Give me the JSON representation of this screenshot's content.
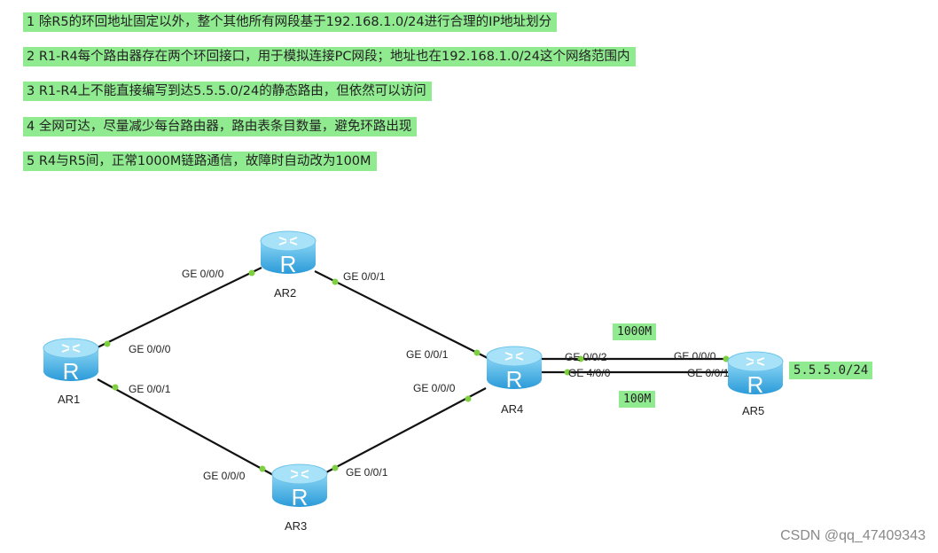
{
  "requirements": [
    "1 除R5的环回地址固定以外，整个其他所有网段基于192.168.1.0/24进行合理的IP地址划分",
    "2 R1-R4每个路由器存在两个环回接口，用于模拟连接PC网段；地址也在192.168.1.0/24这个网络范围内",
    "3 R1-R4上不能直接编写到达5.5.5.0/24的静态路由，但依然可以访问",
    "4 全网可达，尽量减少每台路由器，路由表条目数量，避免环路出现",
    "5 R4与R5间，正常1000M链路通信，故障时自动改为100M"
  ],
  "routers": {
    "ar1": "AR1",
    "ar2": "AR2",
    "ar3": "AR3",
    "ar4": "AR4",
    "ar5": "AR5",
    "icon": "router-icon",
    "glyph": "R"
  },
  "interfaces": {
    "ar1_g0": "GE 0/0/0",
    "ar1_g1": "GE 0/0/1",
    "ar2_g0": "GE 0/0/0",
    "ar2_g1": "GE 0/0/1",
    "ar3_g0": "GE 0/0/0",
    "ar3_g1": "GE 0/0/1",
    "ar4_g1": "GE 0/0/1",
    "ar4_g0": "GE 0/0/0",
    "ar4_g2": "GE 0/0/2",
    "ar4_g4": "GE 4/0/0",
    "ar5_g0": "GE 0/0/0",
    "ar5_g1": "GE 0/0/1"
  },
  "tags": {
    "link_1000": "1000M",
    "link_100": "100M",
    "loopback": "5.5.5.0/24"
  },
  "watermark": "CSDN @qq_47409343",
  "colors": {
    "highlight": "#90ea90",
    "link_dot": "#7ed040",
    "router": "#4fb8ea"
  }
}
